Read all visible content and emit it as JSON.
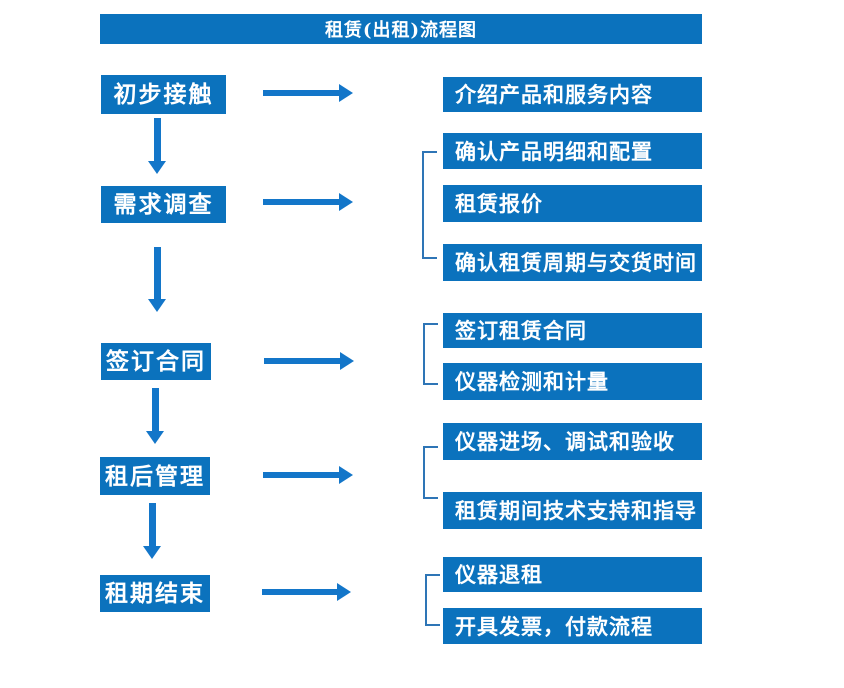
{
  "title": "租赁(出租)流程图",
  "colors": {
    "box-blue": "#0b72bd",
    "arrow-blue": "#1376c9",
    "bracket-blue": "#2e75b6",
    "text-color": "#ffffff",
    "bg": "#ffffff"
  },
  "flow": [
    {
      "stage": "初步接触",
      "details": [
        "介绍产品和服务内容"
      ]
    },
    {
      "stage": "需求调查",
      "details": [
        "确认产品明细和配置",
        "租赁报价",
        "确认租赁周期与交货时间"
      ]
    },
    {
      "stage": "签订合同",
      "details": [
        "签订租赁合同",
        "仪器检测和计量"
      ]
    },
    {
      "stage": "租后管理",
      "details": [
        "仪器进场、调试和验收",
        "租赁期间技术支持和指导"
      ]
    },
    {
      "stage": "租期结束",
      "details": [
        "仪器退租",
        "开具发票，付款流程"
      ]
    }
  ]
}
